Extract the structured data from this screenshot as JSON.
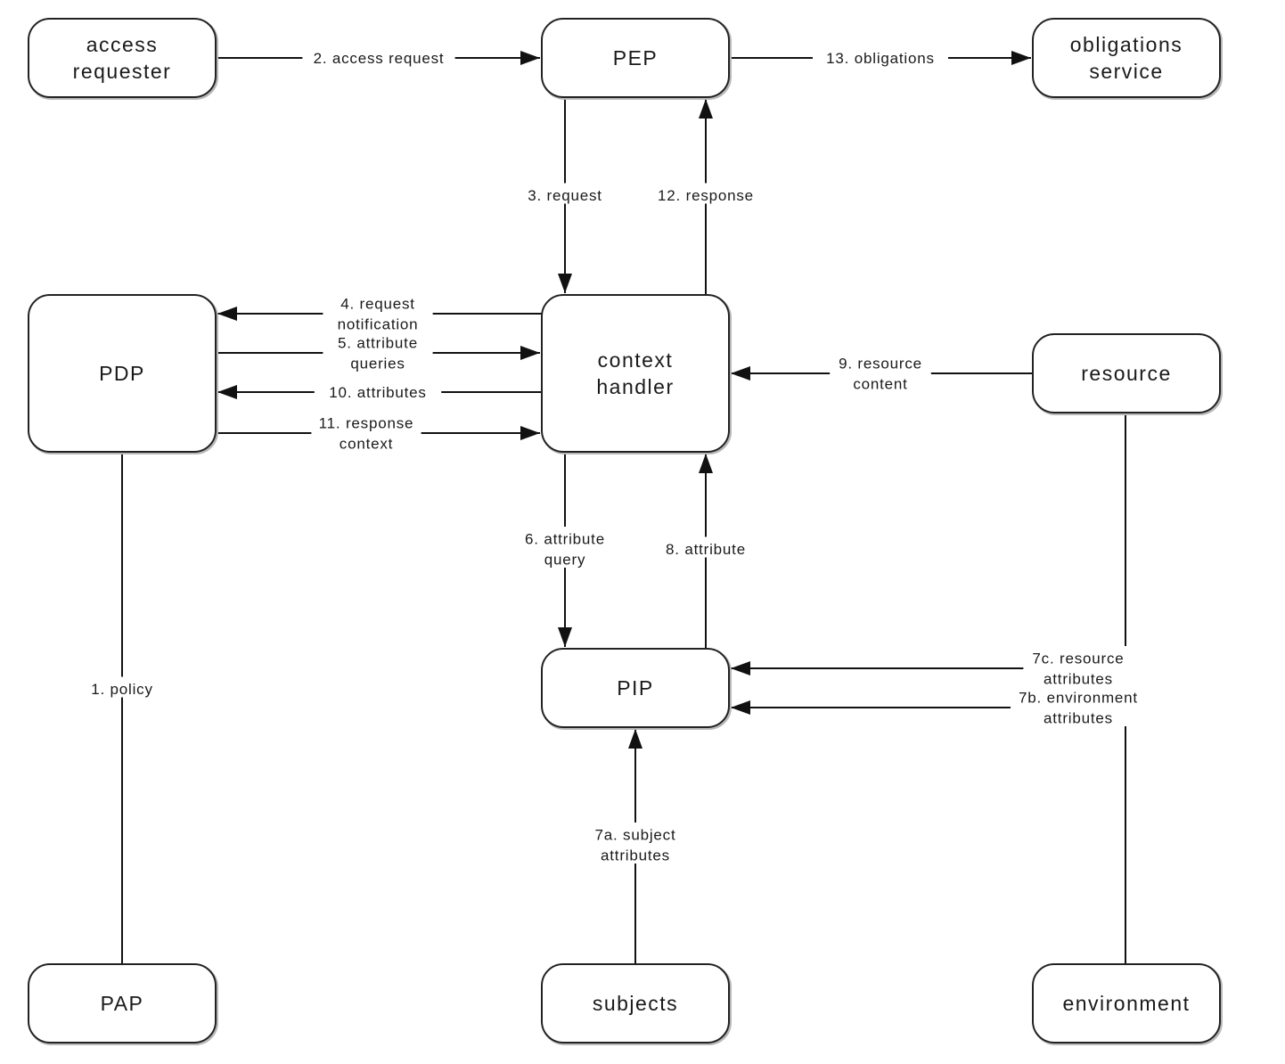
{
  "diagram": {
    "type": "data-flow",
    "title": "",
    "colors": {
      "stroke": "#111111",
      "node_fill": "#ffffff",
      "text": "#1a1a1a"
    },
    "nodes": [
      {
        "id": "access-requester",
        "lines": [
          "access",
          "requester"
        ]
      },
      {
        "id": "pep",
        "lines": [
          "PEP"
        ]
      },
      {
        "id": "obligations-service",
        "lines": [
          "obligations",
          "service"
        ]
      },
      {
        "id": "pdp",
        "lines": [
          "PDP"
        ]
      },
      {
        "id": "context-handler",
        "lines": [
          "context",
          "handler"
        ]
      },
      {
        "id": "resource",
        "lines": [
          "resource"
        ]
      },
      {
        "id": "pip",
        "lines": [
          "PIP"
        ]
      },
      {
        "id": "pap",
        "lines": [
          "PAP"
        ]
      },
      {
        "id": "subjects",
        "lines": [
          "subjects"
        ]
      },
      {
        "id": "environment",
        "lines": [
          "environment"
        ]
      }
    ],
    "edges": [
      {
        "id": "e1",
        "from": "pap",
        "to": "pdp",
        "directed": false,
        "label": [
          "1. policy"
        ]
      },
      {
        "id": "e2",
        "from": "access-requester",
        "to": "pep",
        "directed": true,
        "label": [
          "2. access request"
        ]
      },
      {
        "id": "e3",
        "from": "pep",
        "to": "context-handler",
        "directed": true,
        "label": [
          "3. request"
        ]
      },
      {
        "id": "e4",
        "from": "context-handler",
        "to": "pdp",
        "directed": true,
        "label": [
          "4. request",
          "notification"
        ]
      },
      {
        "id": "e5",
        "from": "pdp",
        "to": "context-handler",
        "directed": true,
        "label": [
          "5. attribute",
          "queries"
        ]
      },
      {
        "id": "e6",
        "from": "context-handler",
        "to": "pip",
        "directed": true,
        "label": [
          "6. attribute",
          "query"
        ]
      },
      {
        "id": "e7a",
        "from": "subjects",
        "to": "pip",
        "directed": true,
        "label": [
          "7a. subject",
          "attributes"
        ]
      },
      {
        "id": "e7b",
        "from": "environment",
        "to": "pip",
        "directed": true,
        "label": [
          "7b. environment",
          "attributes"
        ]
      },
      {
        "id": "e7c",
        "from": "resource",
        "to": "pip",
        "directed": true,
        "label": [
          "7c. resource",
          "attributes"
        ]
      },
      {
        "id": "e8",
        "from": "pip",
        "to": "context-handler",
        "directed": true,
        "label": [
          "8. attribute"
        ]
      },
      {
        "id": "e9",
        "from": "resource",
        "to": "context-handler",
        "directed": true,
        "label": [
          "9. resource",
          "content"
        ]
      },
      {
        "id": "e10",
        "from": "context-handler",
        "to": "pdp",
        "directed": true,
        "label": [
          "10. attributes"
        ]
      },
      {
        "id": "e11",
        "from": "pdp",
        "to": "context-handler",
        "directed": true,
        "label": [
          "11. response",
          "context"
        ]
      },
      {
        "id": "e12",
        "from": "context-handler",
        "to": "pep",
        "directed": true,
        "label": [
          "12. response"
        ]
      },
      {
        "id": "e13",
        "from": "pep",
        "to": "obligations-service",
        "directed": true,
        "label": [
          "13. obligations"
        ]
      }
    ]
  }
}
